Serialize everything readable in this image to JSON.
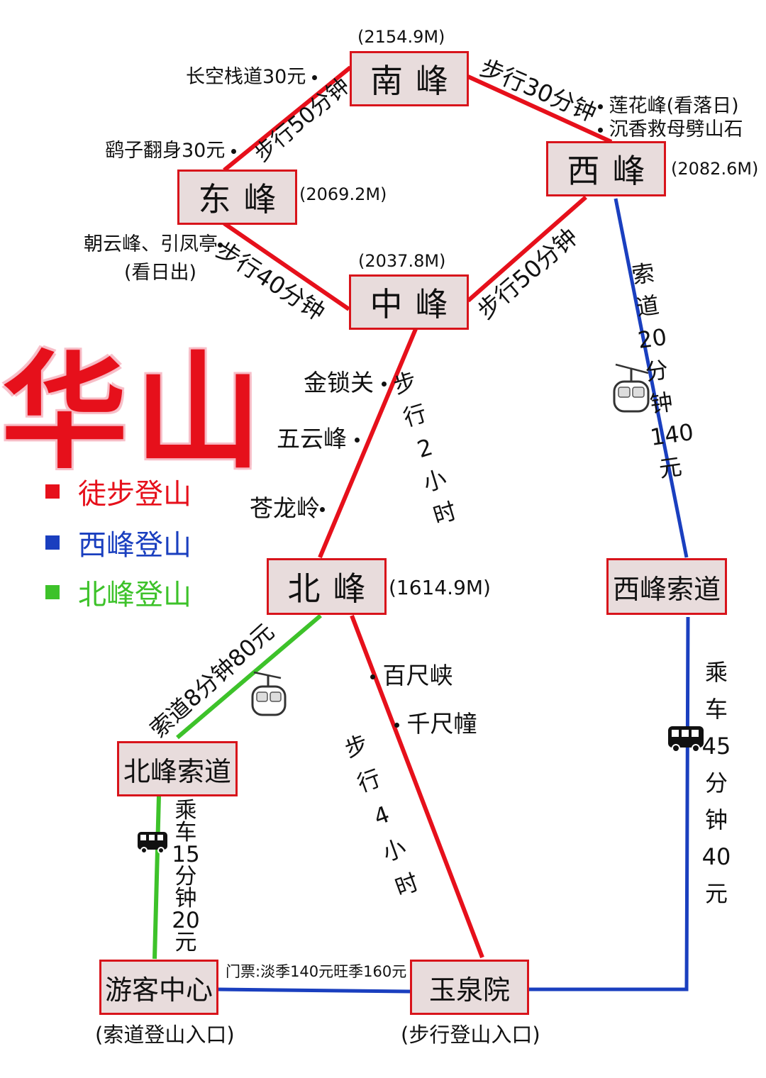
{
  "title": "华山",
  "legend": [
    {
      "label": "徒步登山",
      "color": "#e6101b"
    },
    {
      "label": "西峰登山",
      "color": "#1a3fbf"
    },
    {
      "label": "北峰登山",
      "color": "#3dc22a"
    }
  ],
  "peaks": {
    "south": {
      "name": "南峰",
      "elevation": "(2154.9M)"
    },
    "west": {
      "name": "西峰",
      "elevation": "(2082.6M)"
    },
    "east": {
      "name": "东峰",
      "elevation": "(2069.2M)"
    },
    "middle": {
      "name": "中峰",
      "elevation": "(2037.8M)"
    },
    "north": {
      "name": "北峰",
      "elevation": "(1614.9M)"
    }
  },
  "stations": {
    "west_cableway": "西峰索道",
    "north_cableway": "北峰索道",
    "visitor_center": "游客中心",
    "visitor_center_note": "(索道登山入口)",
    "yuquanyuan": "玉泉院",
    "yuquanyuan_note": "(步行登山入口)"
  },
  "routes": {
    "east_south": "步行50分钟",
    "south_west": "步行30分钟",
    "east_middle": "步行40分钟",
    "middle_west": "步行50分钟",
    "middle_north": [
      "步",
      "行",
      "2",
      "小",
      "时"
    ],
    "west_cable": [
      "索",
      "道",
      "20",
      "分",
      "钟",
      "140",
      "元"
    ],
    "north_cable": "索道8分钟80元",
    "north_yuquan": [
      "步",
      "行",
      "4",
      "小",
      "时"
    ],
    "bus_west": [
      "乘",
      "车",
      "45",
      "分",
      "钟",
      "40",
      "元"
    ],
    "bus_north": [
      "乘",
      "车",
      "15",
      "分",
      "钟",
      "20",
      "元"
    ],
    "ticket": "门票:淡季140元旺季160元"
  },
  "spots": {
    "changkong": "长空栈道30元",
    "yaozi": "鹞子翻身30元",
    "lianhua": "莲花峰(看落日)",
    "chenxiang": "沉香救母劈山石",
    "chaoyun": "朝云峰、引凤亭",
    "kanrichu": "(看日出)",
    "jinsuoguan": "金锁关",
    "wuyun": "五云峰",
    "canglong": "苍龙岭",
    "baichi": "百尺峡",
    "qianchi": "千尺幢"
  },
  "icons": {
    "cable_car": "cable-car-icon",
    "bus": "bus-icon"
  }
}
